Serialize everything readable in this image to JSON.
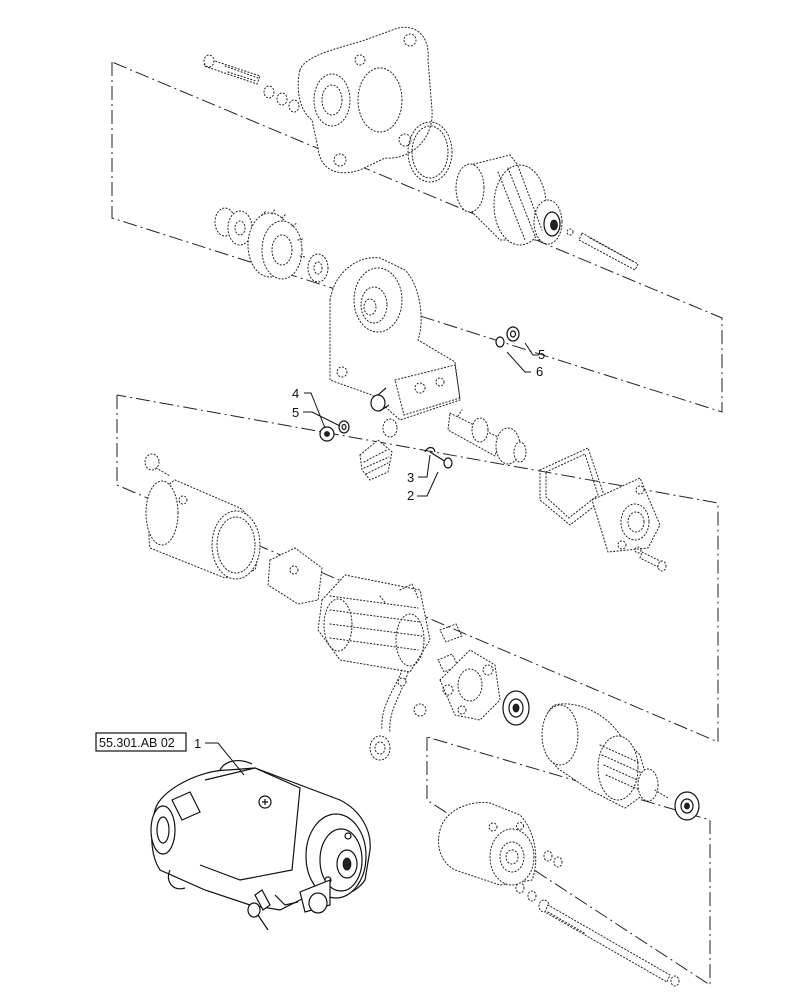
{
  "callouts": {
    "c1": "1",
    "c2": "2",
    "c3": "3",
    "c4": "4",
    "c5a": "5",
    "c5b": "5",
    "c6": "6"
  },
  "reference": {
    "label": "55.301.AB 02"
  }
}
